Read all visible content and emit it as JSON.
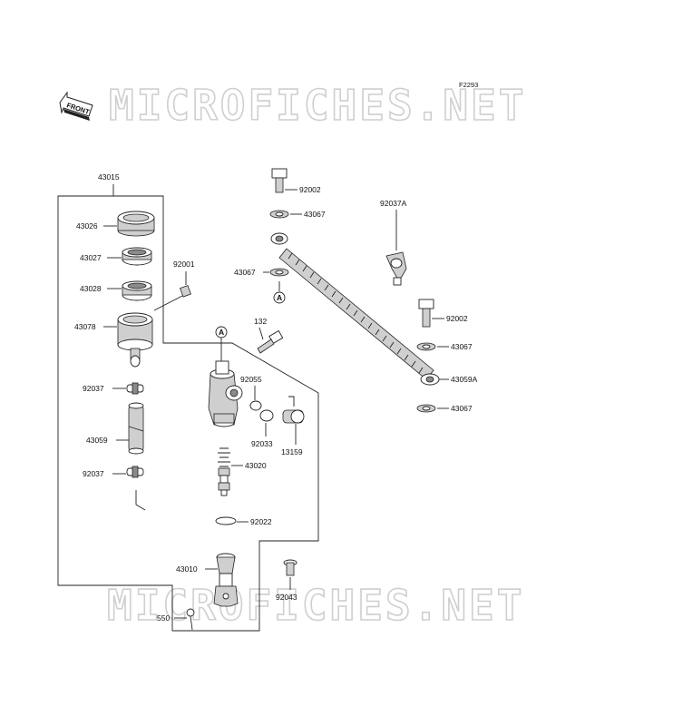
{
  "figure_code": "F2293",
  "front_label": "FRONT",
  "watermark": "MICROFICHES.NET",
  "callout_marker": "A",
  "parts": {
    "p43015": "43015",
    "p43026": "43026",
    "p43027": "43027",
    "p43028": "43028",
    "p43078": "43078",
    "p92001": "92001",
    "p92037a": "92037",
    "p43059": "43059",
    "p92037b": "92037",
    "p132": "132",
    "p92055": "92055",
    "p92033": "92033",
    "p13159": "13159",
    "p43020": "43020",
    "p92022": "92022",
    "p43010": "43010",
    "p92043": "92043",
    "p550": "550",
    "p92002a": "92002",
    "p43067a": "43067",
    "p43067b": "43067",
    "p92037A": "92037A",
    "p92002b": "92002",
    "p43067c": "43067",
    "p43059A": "43059A",
    "p43067d": "43067"
  }
}
